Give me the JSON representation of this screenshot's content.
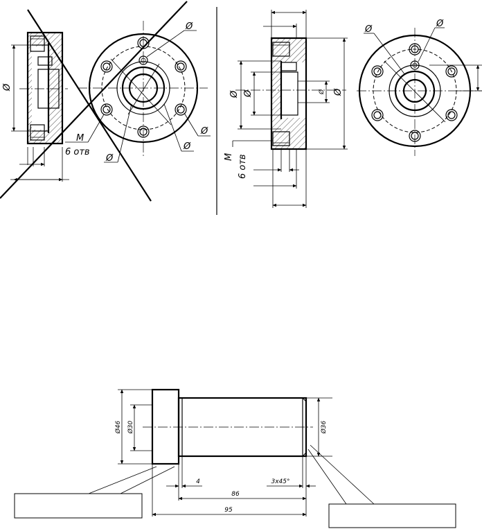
{
  "top_drawings": {
    "dia_symbol": "Ø",
    "thread_label": "M",
    "holes_label": "6 отв"
  },
  "shaft_drawing": {
    "dim_left_outer": "Ø46",
    "dim_left_inner": "Ø30",
    "dim_right": "Ø36",
    "dim_step": "4",
    "dim_chamfer": "3x45°",
    "dim_length_86": "86",
    "dim_length_95": "95",
    "answer_box_left": "",
    "answer_box_right": ""
  }
}
